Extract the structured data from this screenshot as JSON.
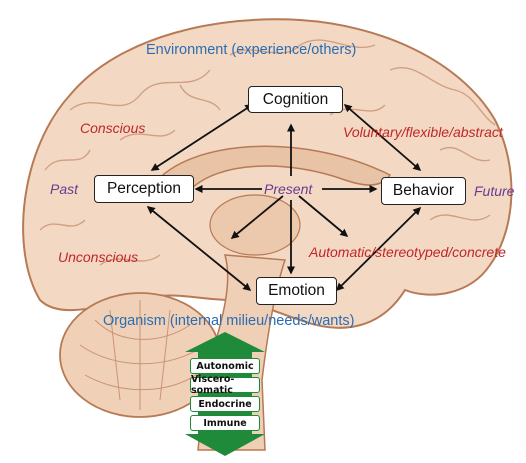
{
  "labels": {
    "environment": "Environment (experience/others)",
    "organism": "Organism (internal milieu/needs/wants)",
    "conscious": "Conscious",
    "unconscious": "Unconscious",
    "voluntary": "Voluntary/flexible/abstract",
    "automatic": "Automatic/stereotyped/concrete",
    "past": "Past",
    "present": "Present",
    "future": "Future"
  },
  "nodes": {
    "cognition": "Cognition",
    "perception": "Perception",
    "behavior": "Behavior",
    "emotion": "Emotion"
  },
  "systems": [
    "Autonomic",
    "Viscero-somatic",
    "Endocrine",
    "Immune"
  ],
  "colors": {
    "brain_fill": "#f3d9c4",
    "brain_stroke": "#b77a55",
    "blue": "#2a6db3",
    "red": "#c0262a",
    "purple": "#6a3a8f",
    "green": "#1f8a3a"
  }
}
